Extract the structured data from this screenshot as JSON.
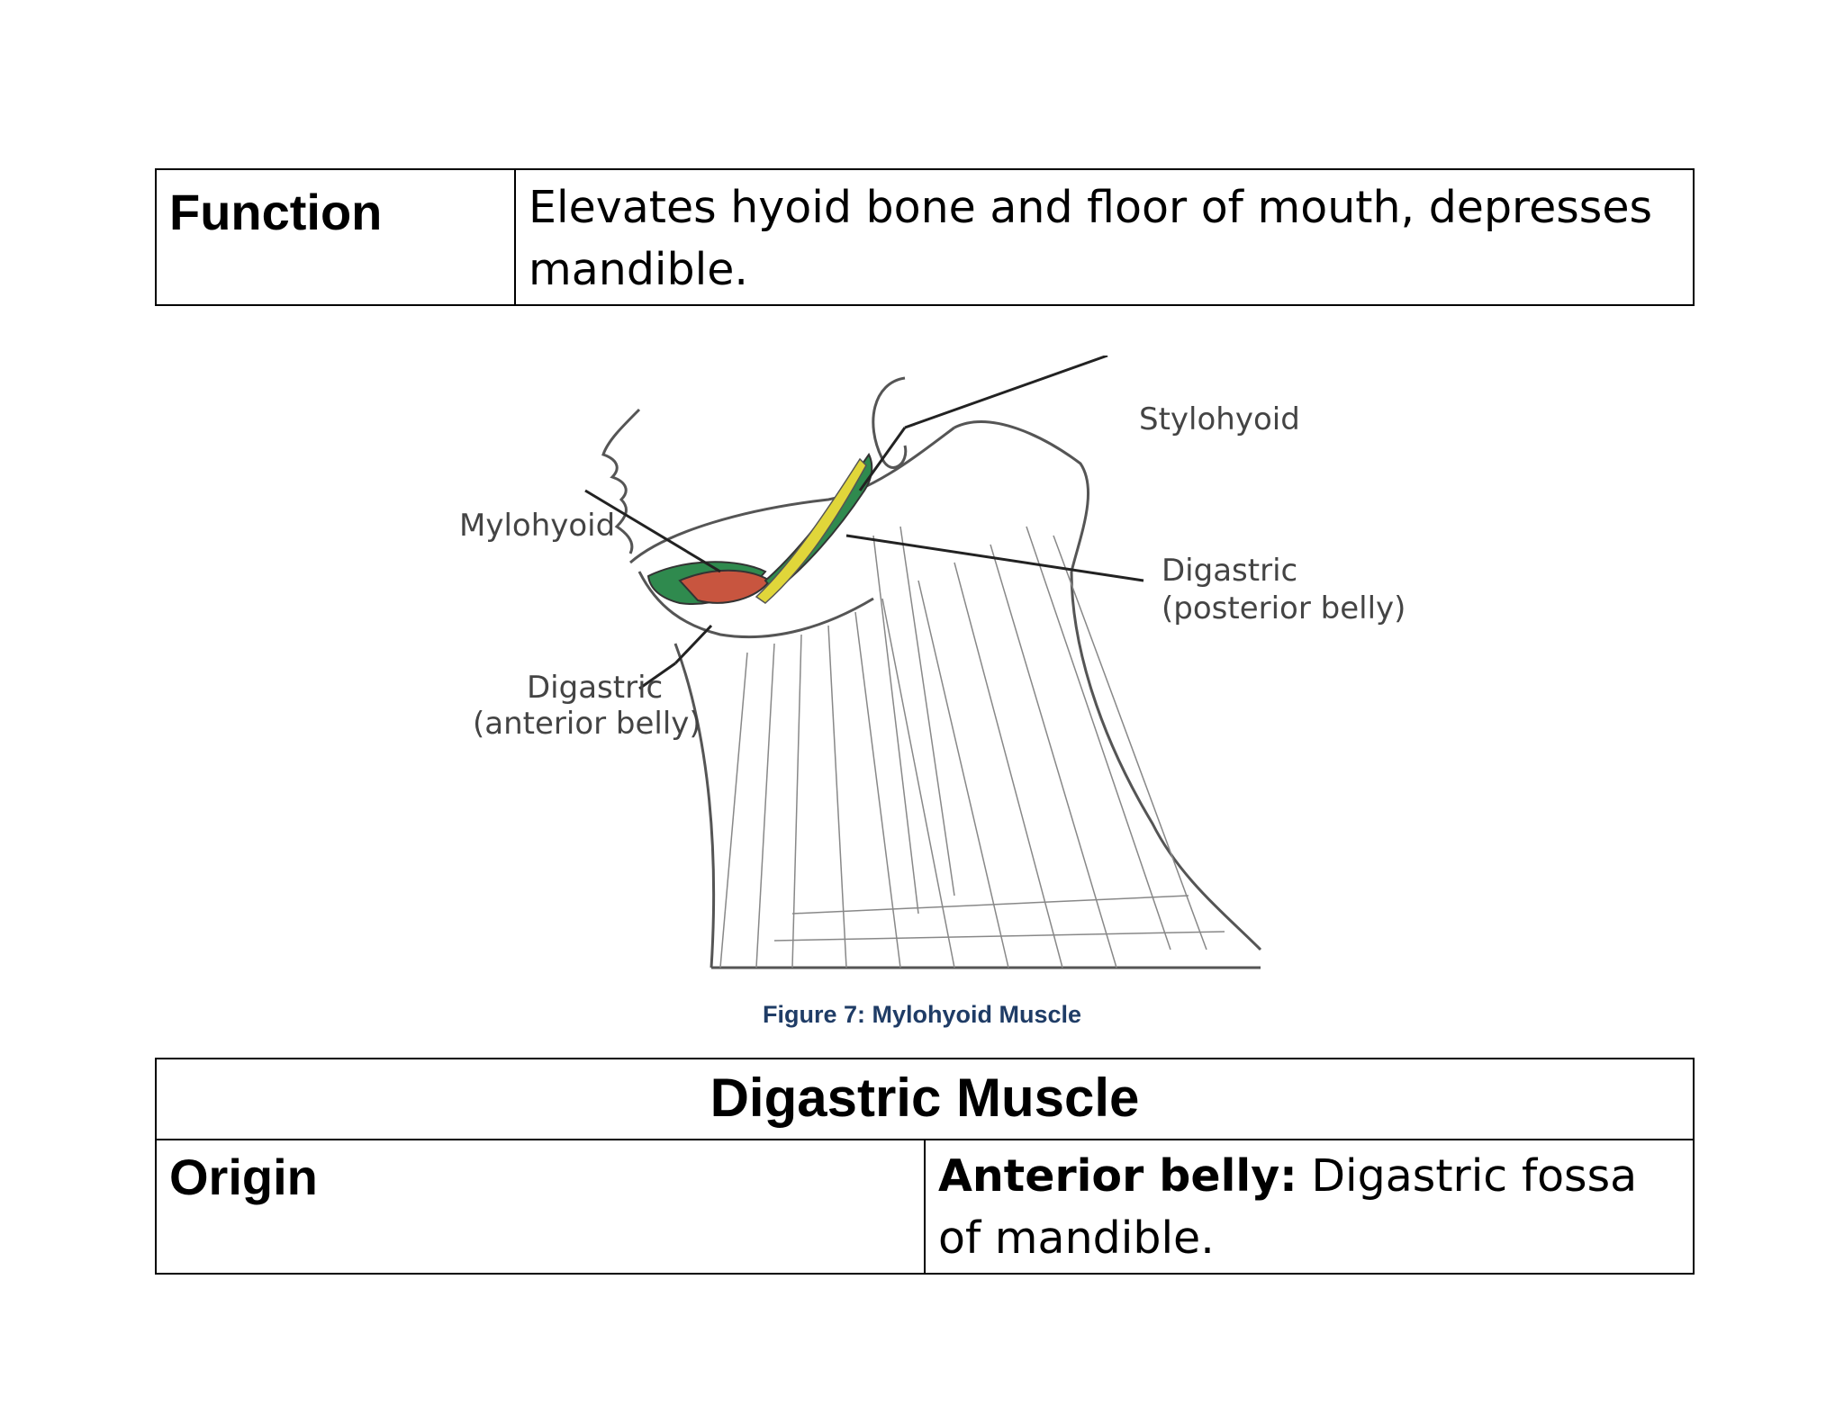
{
  "function_table": {
    "label": "Function",
    "value": "Elevates hyoid bone and floor of mouth, depresses mandible."
  },
  "figure": {
    "labels": {
      "stylohyoid": "Stylohyoid",
      "mylohyoid": "Mylohyoid",
      "digastric_posterior_1": "Digastric",
      "digastric_posterior_2": "(posterior belly)",
      "digastric_anterior_1": "Digastric",
      "digastric_anterior_2": "(anterior belly)"
    },
    "caption": "Figure 7: Mylohyoid Muscle",
    "colors": {
      "mylohyoid": "#c8553f",
      "digastric": "#2f8a4e",
      "stylohyoid": "#e0d63a"
    }
  },
  "digastric_table": {
    "title": "Digastric Muscle",
    "origin_label": "Origin",
    "origin_bold": "Anterior belly:",
    "origin_value": " Digastric fossa of mandible."
  }
}
